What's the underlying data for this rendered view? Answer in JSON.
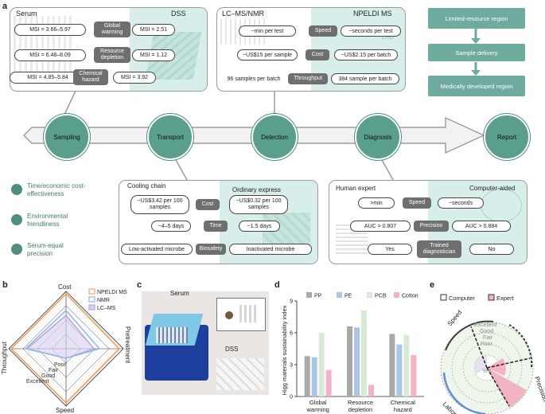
{
  "panel_a": {
    "letter": "a",
    "serum_card": {
      "title_left": "Serum",
      "title_right": "DSS",
      "rows": [
        {
          "left": "MSI = 3.66–5.97",
          "tag": "Global warming",
          "right": "MSI = 2.51"
        },
        {
          "left": "MSI = 6.48–8.09",
          "tag": "Resource depletion",
          "right": "MSI = 1.12"
        },
        {
          "left": "MSI = 4.85–5.84",
          "tag": "Chemical hazard",
          "right": "MSI = 3.92"
        }
      ]
    },
    "detection_card": {
      "title_left": "LC–MS/NMR",
      "title_right": "NPELDI MS",
      "lab_label": "LAB",
      "rows": [
        {
          "left": "~min per test",
          "tag": "Speed",
          "right": "~seconds per test"
        },
        {
          "left": "~US$15 per sample",
          "tag": "Cost",
          "right": "~US$2.15 per batch"
        },
        {
          "left": "96 samples per batch",
          "tag": "Throughput",
          "right": "384 sample per batch"
        }
      ]
    },
    "flow": [
      "Limited-resource region",
      "Sample delivery",
      "Medically developed region"
    ],
    "nodes": [
      "Sampling",
      "Transport",
      "Detection",
      "Diagnosis",
      "Report"
    ],
    "legend": [
      "Time/economic cost-effectiveness",
      "Environmental friendliness",
      "Serum-equal precision"
    ],
    "transport_card": {
      "title_left": "Cooling chain",
      "title_right": "Ordinary express",
      "rows": [
        {
          "left": "~US$3.42 per 100 samples",
          "tag": "Cost",
          "right": "~US$0.32 per 100 samples"
        },
        {
          "left": "~4–5 days",
          "tag": "Time",
          "right": "~1.5 days"
        },
        {
          "left": "Low-activated microbe",
          "tag": "Biosafety",
          "right": "Inactivated microbe"
        }
      ]
    },
    "diagnosis_card": {
      "title_left": "Human expert",
      "title_right": "Computer-aided",
      "rows": [
        {
          "left": ">min",
          "tag": "Speed",
          "right": "~seconds"
        },
        {
          "left": "AUC > 0.807",
          "tag": "Precision",
          "right": "AUC > 0.884"
        },
        {
          "left": "Yes",
          "tag": "Trained diagnostician",
          "right": "No"
        }
      ]
    }
  },
  "panel_b": {
    "letter": "b",
    "axes": [
      "Cost",
      "Pretreatment",
      "Speed",
      "Throughput"
    ],
    "rings": [
      "Poor",
      "Fair",
      "Good",
      "Excellent"
    ],
    "legend": [
      {
        "name": "NPELDI MS",
        "color": "#f0a868"
      },
      {
        "name": "NMR",
        "color": "#8fb8e8"
      },
      {
        "name": "LC–MS",
        "color": "#b7a6dd"
      }
    ]
  },
  "panel_c": {
    "letter": "c",
    "serum_label": "Serum",
    "dss_label": "DSS"
  },
  "panel_d": {
    "letter": "d"
  },
  "chart_data": {
    "type": "bar",
    "categories": [
      "Global warming",
      "Resource depletion",
      "Chemical hazard"
    ],
    "series": [
      {
        "name": "PP",
        "color": "#a8a8a8",
        "values": [
          3.8,
          6.6,
          5.9
        ]
      },
      {
        "name": "PE",
        "color": "#a9c6e6",
        "values": [
          3.7,
          6.5,
          4.9
        ]
      },
      {
        "name": "PCB",
        "color": "#d8ead6",
        "values": [
          6.0,
          8.1,
          5.8
        ]
      },
      {
        "name": "Cotton",
        "color": "#f2b3c3",
        "values": [
          2.5,
          1.1,
          3.9
        ]
      }
    ],
    "xlabel": "",
    "ylabel": "Higg materials sustainability index",
    "ylim": [
      0,
      9
    ],
    "yticks": [
      0,
      3,
      6,
      9
    ],
    "legend_position": "top"
  },
  "panel_e": {
    "letter": "e",
    "legend": [
      {
        "name": "Computer",
        "color": "#ffffff"
      },
      {
        "name": "Expert",
        "color": "#f2b3c3"
      }
    ],
    "axes": [
      "Speed",
      "Labor",
      "Precision"
    ],
    "rings": [
      "Excellent",
      "Good",
      "Fair",
      "Poor"
    ],
    "center": "Yes"
  }
}
